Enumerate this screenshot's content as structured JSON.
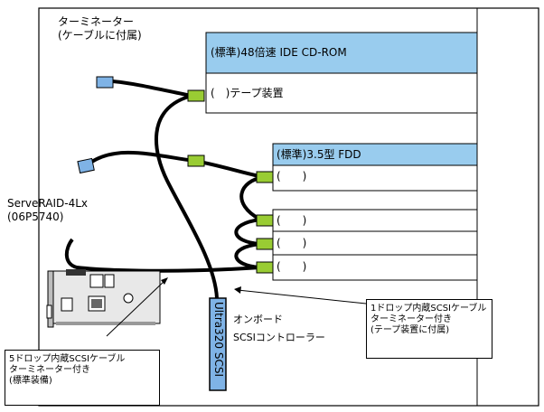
{
  "labels": {
    "terminator_line1": "ターミネーター",
    "terminator_line2": "(ケーブルに付属)",
    "raid_name": "ServeRAID-4Lx",
    "raid_part": "(06P5740)",
    "onboard_line1": "オンボード",
    "onboard_line2": "SCSIコントローラー",
    "connector_vertical": "Ultra320 SCSI"
  },
  "bays": {
    "cdrom": "(標準)48倍速 IDE CD-ROM",
    "tape": "(　)テープ装置",
    "fdd": "(標準)3.5型 FDD",
    "slot1": "(　　)",
    "slot2": "(　　)",
    "slot3": "(　　)",
    "slot4": "(　　)"
  },
  "callouts": {
    "cable1": [
      "1ドロップ内蔵SCSIケーブル",
      "ターミネーター付き",
      "(テープ装置に付属)"
    ],
    "cable5": [
      "5ドロップ内蔵SCSIケーブル",
      "ターミネーター付き",
      "(標準装備)"
    ]
  },
  "colors": {
    "bay_fill": "#99ccee",
    "connector_green": "#99cc33",
    "terminator_blue": "#7fb3e6",
    "cable": "#000000"
  }
}
